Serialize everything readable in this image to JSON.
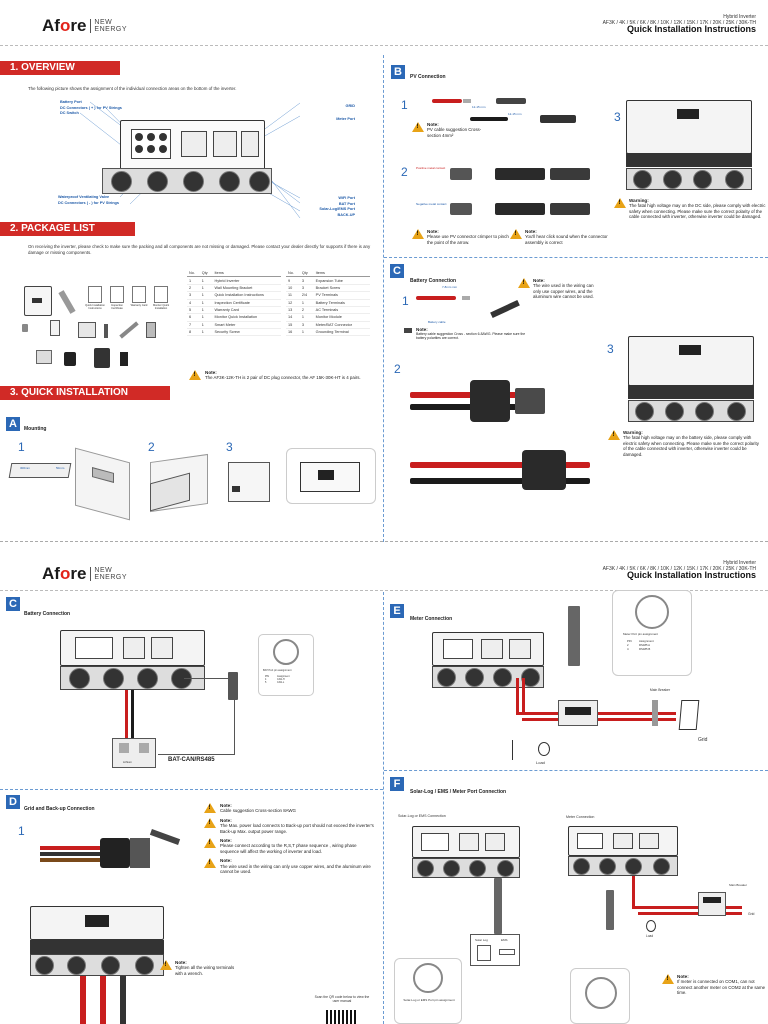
{
  "page1": {
    "brand": {
      "name_a": "Af",
      "name_o": "o",
      "name_re": "re",
      "sub1": "NEW",
      "sub2": "ENERGY"
    },
    "header": {
      "line1": "Hybrid Inverter",
      "line2": "AF3K / 4K / 5K / 6K / 8K / 10K / 12K / 15K / 17K / 20K / 25K / 30K-TH",
      "title": "Quick Installation Instructions"
    },
    "overview": {
      "title": "1. OVERVIEW",
      "intro": "The following picture shows the assignment of the individual connection areas on the bottom of the inverter.",
      "labels_left": [
        "Battery Port",
        "DC Connectors ( + ) for PV Strings",
        "DC Switch"
      ],
      "labels_right": [
        "GRID",
        "Meter Port"
      ],
      "labels_bottom_left": [
        "Waterproof Ventilating Valve",
        "DC Connectors ( - ) for PV Strings"
      ],
      "labels_bottom_right": [
        "WiFi Port",
        "BAT Port",
        "Solar-Log/EMS Port",
        "BACK-UP"
      ]
    },
    "package": {
      "title": "2. PACKAGE LIST",
      "intro": "On receiving the inverter, please check to make sure the packing and all components are not missing or damaged. Please contact your dealer directly for supports if there is any damage or missing components.",
      "columns": [
        "No.",
        "Qty",
        "Items"
      ],
      "left": [
        [
          "1",
          "1",
          "Hybrid Inverter"
        ],
        [
          "2",
          "1",
          "Wall Mounting Bracket"
        ],
        [
          "3",
          "1",
          "Quick Installation Instructions"
        ],
        [
          "4",
          "1",
          "Inspection Certificate"
        ],
        [
          "5",
          "1",
          "Warranty Card"
        ],
        [
          "6",
          "1",
          "Monitor Quick Installation"
        ],
        [
          "7",
          "1",
          "Smart Meter"
        ],
        [
          "8",
          "1",
          "Security Screw"
        ]
      ],
      "right": [
        [
          "9",
          "3",
          "Expansion Tube"
        ],
        [
          "10",
          "3",
          "Bracket Screw"
        ],
        [
          "11",
          "2/4",
          "PV Terminals"
        ],
        [
          "12",
          "1",
          "Battery Terminals"
        ],
        [
          "13",
          "2",
          "AC Terminals"
        ],
        [
          "14",
          "1",
          "Monitor Module"
        ],
        [
          "15",
          "3",
          "Meter/BAT Connector"
        ],
        [
          "16",
          "1",
          "Grounding Terminal"
        ]
      ],
      "note_title": "Note:",
      "note": "The AF3K-12K-TH is 2 pair of DC plug connector, the AF 15K-30K-HT is 4 pairs.",
      "item_labels": [
        "Quick Installation Instructions",
        "Inspection Certificate",
        "Warranty Card",
        "Monitor Quick Installation"
      ]
    },
    "quick": {
      "title": "3. QUICK INSTALLATION",
      "A": "A",
      "mounting": "Mounting",
      "steps": [
        "1",
        "2",
        "3"
      ],
      "dim1": "300mm",
      "dim2": "50mm"
    },
    "B": {
      "letter": "B",
      "title": "PV Connection",
      "steps": [
        "1",
        "2",
        "3"
      ],
      "dims": [
        "12-15 mm",
        "12-15 mm"
      ],
      "note1_title": "Note:",
      "note1": "PV cable suggestion Cross-section 4mm²",
      "label_pos": "Positive metal contact",
      "label_neg": "Negative metal contact",
      "note2_title": "Note:",
      "note2": "Please use PV connector crimper to pinch the point of the arrow.",
      "note3_title": "Note:",
      "note3": "You'll hear click sound when the connector assembly is correct",
      "warn_title": "Warning:",
      "warn": "The fatal high voltage may on the DC side, please comply with electric safety when connecting. Please make sure the correct polarity of the cable connected with inverter, otherwise inverter could be damaged."
    },
    "C": {
      "letter": "C",
      "title": "Battery Connection",
      "label_dim": "7-8mm mm",
      "label_cable": "Battery cable",
      "note1_title": "Note:",
      "note1": "The wire used in the wiring can only use copper wires, and the aluminum wire cannot be used.",
      "note2_title": "Note:",
      "note2": "Battery cable suggestion Cross - section 6-8AWG. Please make sure the battery polarities are correct.",
      "steps": [
        "1",
        "2",
        "3"
      ],
      "warn_title": "Warning:",
      "warn": "The fatal high voltage may on the battery side, please comply with electric safety when connecting. Please make sure the correct polarity of the cable connected with inverter, otherwise inverter could be damaged."
    }
  },
  "page2": {
    "brand": {
      "name_a": "Af",
      "name_o": "o",
      "name_re": "re",
      "sub1": "NEW",
      "sub2": "ENERGY"
    },
    "header": {
      "line1": "Hybrid Inverter",
      "line2": "AF3K / 4K / 5K / 6K / 8K / 10K / 12K / 15K / 17K / 20K / 25K / 30K-TH",
      "title": "Quick Installation Instructions"
    },
    "C": {
      "letter": "C",
      "title": "Battery Connection",
      "pin_title": "BAT Port pin assignment",
      "pins": [
        [
          "PIN",
          "Assignment"
        ],
        [
          "4",
          "CAN-H"
        ],
        [
          "5",
          "CAN-L"
        ]
      ],
      "bat_label": "BAT-CAN/RS485",
      "battery": "Lithium"
    },
    "D": {
      "letter": "D",
      "title": "Grid and Back-up Connection",
      "step": "1",
      "notes": [
        {
          "t": "Note:",
          "b": "Cable suggestion Cross-section 8AWG"
        },
        {
          "t": "Note:",
          "b": "The Max. power load connects to Back-up port should not exceed the inverter's Back-up Max. output power range."
        },
        {
          "t": "Note:",
          "b": "Please connect according to the R,S,T phase sequence , wiring phase sequence will affect the working of inverter and load."
        },
        {
          "t": "Note:",
          "b": "The wire used in the wiring can only use copper wires, and the aluminum wire cannot be used."
        }
      ],
      "tighten_t": "Note:",
      "tighten": "Tighten all the wiring terminals with a wrench.",
      "qr": "Scan the QR code below to view the user manual"
    },
    "E": {
      "letter": "E",
      "title": "Meter Connection",
      "pin_title": "Meter Port pin assignment",
      "pins": [
        [
          "PIN",
          "Assignment"
        ],
        [
          "2",
          "RS485 A"
        ],
        [
          "4",
          "RS485 B"
        ]
      ],
      "main_breaker": "Main Breaker",
      "grid": "Grid",
      "load": "Load"
    },
    "F": {
      "letter": "F",
      "title": "Solar-Log / EMS / Meter Port Connection",
      "sub1": "Solar-Log or EMS Connection",
      "sub2": "Meter Connection",
      "box_a": "Solar Log",
      "box_b": "EMS",
      "port_label": "Solar-Log or EMS Port pin assignment",
      "main_breaker": "Main Breaker",
      "grid": "Grid",
      "load": "Load",
      "note_t": "Note:",
      "note": "If meter is connected on COM1, can not connect another meter on COM2 at the same time."
    }
  }
}
